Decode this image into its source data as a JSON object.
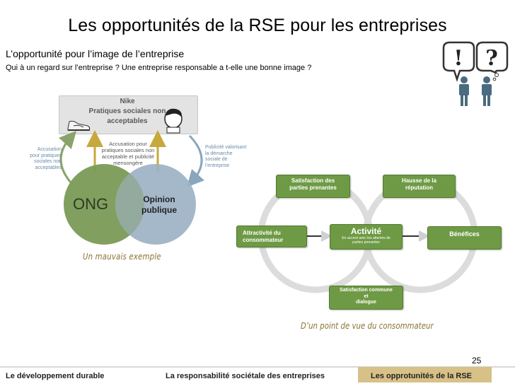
{
  "slide": {
    "title": "Les opportunités de la RSE pour les entreprises",
    "subtitle": "L’opportunité pour l’image de l’entreprise",
    "question": "Qui à un regard sur l’entreprise ? Une entreprise responsable a t-elle une bonne image ?",
    "page_number": "25"
  },
  "left_diagram": {
    "box_title": "Nike",
    "box_line2": "Pratiques sociales non",
    "box_line3": "acceptables",
    "left_note": [
      "Accusation",
      "pour pratiques",
      "sociales non",
      "acceptables"
    ],
    "center_note": [
      "Accusation pour",
      "pratiques sociales non",
      "acceptable et publicité",
      "mensongère"
    ],
    "right_note": [
      "Publicité valorisant",
      "la démarche",
      "sociale de",
      "l’entreprise"
    ],
    "circle_left": "ONG",
    "circle_right_l1": "Opinion",
    "circle_right_l2": "publique",
    "caption": "Un mauvais exemple",
    "colors": {
      "ong": "#7a9a56",
      "opinion": "#9cb2c4",
      "box": "#e3e3e3"
    }
  },
  "right_diagram": {
    "satisfaction_l1": "Satisfaction des",
    "satisfaction_l2": "parties prenantes",
    "hausse_l1": "Hausse de la",
    "hausse_l2": "réputation",
    "attractivite_l1": "Attractivité du",
    "attractivite_l2": "consommateur",
    "activite": "Activité",
    "activite_sub_l1": "En accord avec les attentes de",
    "activite_sub_l2": "parties prenantes",
    "benefices": "Bénéfices",
    "satcom_l1": "Satisfaction commune",
    "satcom_l2": "et",
    "satcom_l3": "dialogue",
    "caption": "D’un point de vue du consommateur",
    "colors": {
      "box": "#6f9a45",
      "ring": "#d6d6d6"
    }
  },
  "icons": {
    "bubble_left": "!",
    "bubble_right": "?"
  },
  "footer": {
    "item1": "Le développement durable",
    "item2": "La responsabilité sociétale des entreprises",
    "item3": "Les opprotunités de la RSE",
    "active_color": "#d8c187"
  }
}
